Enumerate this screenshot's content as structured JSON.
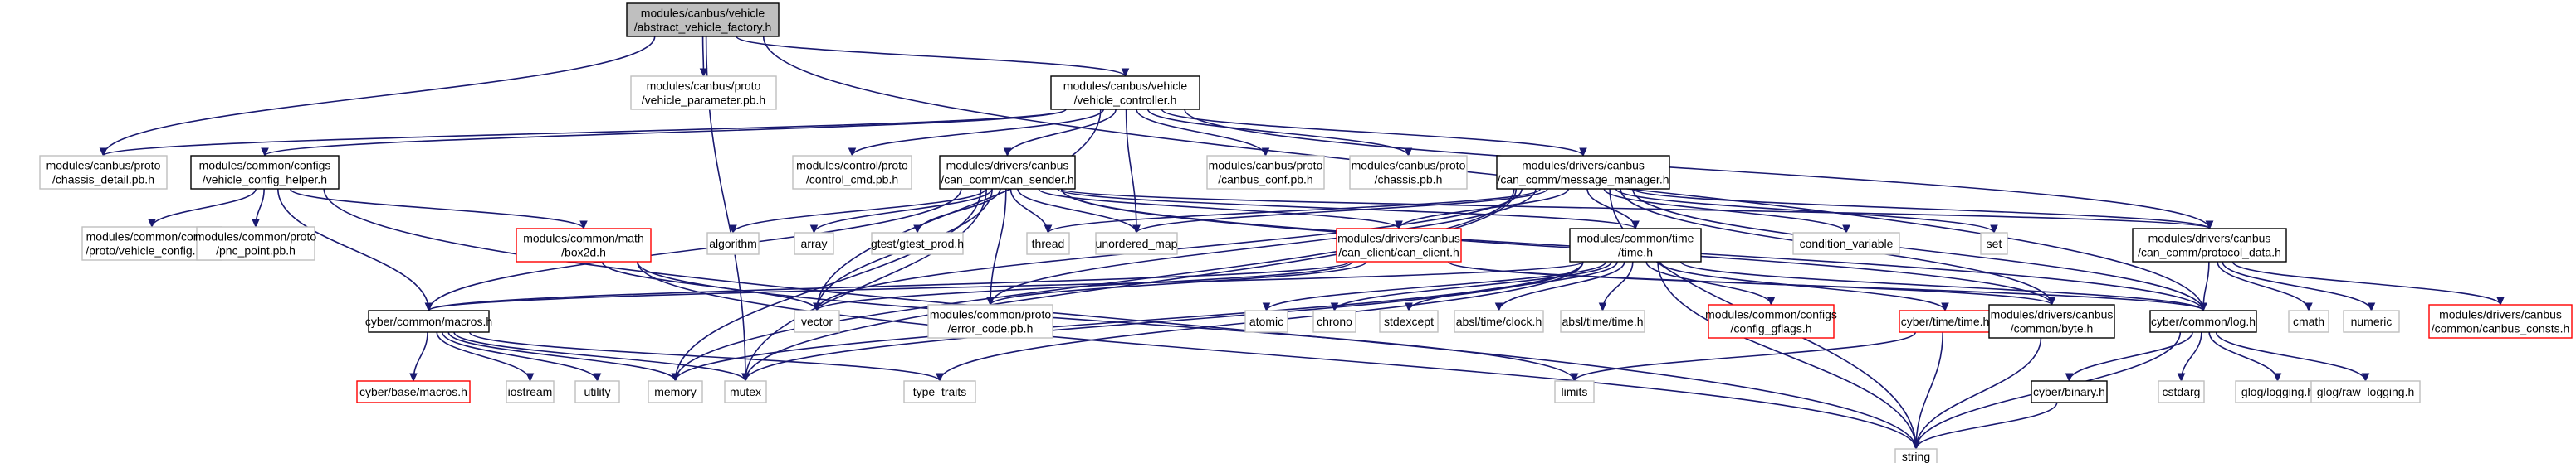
{
  "graph": {
    "nodes": [
      {
        "id": "avf",
        "lines": [
          "modules/canbus/vehicle",
          "/abstract_vehicle_factory.h"
        ],
        "style": "focus"
      },
      {
        "id": "vpp",
        "lines": [
          "modules/canbus/proto",
          "/vehicle_parameter.pb.h"
        ],
        "style": "missing"
      },
      {
        "id": "vc",
        "lines": [
          "modules/canbus/vehicle",
          "/vehicle_controller.h"
        ],
        "style": "normal"
      },
      {
        "id": "cdp",
        "lines": [
          "modules/canbus/proto",
          "/chassis_detail.pb.h"
        ],
        "style": "missing"
      },
      {
        "id": "vch",
        "lines": [
          "modules/common/configs",
          "/vehicle_config_helper.h"
        ],
        "style": "normal"
      },
      {
        "id": "ccp",
        "lines": [
          "modules/control/proto",
          "/control_cmd.pb.h"
        ],
        "style": "missing"
      },
      {
        "id": "cs",
        "lines": [
          "modules/drivers/canbus",
          "/can_comm/can_sender.h"
        ],
        "style": "normal"
      },
      {
        "id": "ccf",
        "lines": [
          "modules/canbus/proto",
          "/canbus_conf.pb.h"
        ],
        "style": "missing"
      },
      {
        "id": "chp",
        "lines": [
          "modules/canbus/proto",
          "/chassis.pb.h"
        ],
        "style": "missing"
      },
      {
        "id": "mm",
        "lines": [
          "modules/drivers/canbus",
          "/can_comm/message_manager.h"
        ],
        "style": "normal"
      },
      {
        "id": "vcfg",
        "lines": [
          "modules/common/configs",
          "/proto/vehicle_config.pb.h"
        ],
        "style": "missing"
      },
      {
        "id": "pnc",
        "lines": [
          "modules/common/proto",
          "/pnc_point.pb.h"
        ],
        "style": "missing"
      },
      {
        "id": "box",
        "lines": [
          "modules/common/math",
          "/box2d.h"
        ],
        "style": "red"
      },
      {
        "id": "alg",
        "lines": [
          "algorithm"
        ],
        "style": "missing"
      },
      {
        "id": "arr",
        "lines": [
          "array"
        ],
        "style": "missing"
      },
      {
        "id": "gtest",
        "lines": [
          "gtest/gtest_prod.h"
        ],
        "style": "missing"
      },
      {
        "id": "thr",
        "lines": [
          "thread"
        ],
        "style": "missing"
      },
      {
        "id": "um",
        "lines": [
          "unordered_map"
        ],
        "style": "missing"
      },
      {
        "id": "cc",
        "lines": [
          "modules/drivers/canbus",
          "/can_client/can_client.h"
        ],
        "style": "red"
      },
      {
        "id": "tm",
        "lines": [
          "modules/common/time",
          "/time.h"
        ],
        "style": "normal"
      },
      {
        "id": "cv",
        "lines": [
          "condition_variable"
        ],
        "style": "missing"
      },
      {
        "id": "set",
        "lines": [
          "set"
        ],
        "style": "missing"
      },
      {
        "id": "pd",
        "lines": [
          "modules/drivers/canbus",
          "/can_comm/protocol_data.h"
        ],
        "style": "normal"
      },
      {
        "id": "mac",
        "lines": [
          "cyber/common/macros.h"
        ],
        "style": "normal"
      },
      {
        "id": "vec",
        "lines": [
          "vector"
        ],
        "style": "missing"
      },
      {
        "id": "ecp",
        "lines": [
          "modules/common/proto",
          "/error_code.pb.h"
        ],
        "style": "missing"
      },
      {
        "id": "atom",
        "lines": [
          "atomic"
        ],
        "style": "missing"
      },
      {
        "id": "chr",
        "lines": [
          "chrono"
        ],
        "style": "missing"
      },
      {
        "id": "stdx",
        "lines": [
          "stdexcept"
        ],
        "style": "missing"
      },
      {
        "id": "abc",
        "lines": [
          "absl/time/clock.h"
        ],
        "style": "missing"
      },
      {
        "id": "abt",
        "lines": [
          "absl/time/time.h"
        ],
        "style": "missing"
      },
      {
        "id": "gfl",
        "lines": [
          "modules/common/configs",
          "/config_gflags.h"
        ],
        "style": "red"
      },
      {
        "id": "ctt",
        "lines": [
          "cyber/time/time.h"
        ],
        "style": "red"
      },
      {
        "id": "byte",
        "lines": [
          "modules/drivers/canbus",
          "/common/byte.h"
        ],
        "style": "normal"
      },
      {
        "id": "log",
        "lines": [
          "cyber/common/log.h"
        ],
        "style": "normal"
      },
      {
        "id": "cmath",
        "lines": [
          "cmath"
        ],
        "style": "missing"
      },
      {
        "id": "num",
        "lines": [
          "numeric"
        ],
        "style": "missing"
      },
      {
        "id": "cbc",
        "lines": [
          "modules/drivers/canbus",
          "/common/canbus_consts.h"
        ],
        "style": "red"
      },
      {
        "id": "bmac",
        "lines": [
          "cyber/base/macros.h"
        ],
        "style": "red"
      },
      {
        "id": "ios",
        "lines": [
          "iostream"
        ],
        "style": "missing"
      },
      {
        "id": "util",
        "lines": [
          "utility"
        ],
        "style": "missing"
      },
      {
        "id": "mem",
        "lines": [
          "memory"
        ],
        "style": "missing"
      },
      {
        "id": "mtx",
        "lines": [
          "mutex"
        ],
        "style": "missing"
      },
      {
        "id": "tt",
        "lines": [
          "type_traits"
        ],
        "style": "missing"
      },
      {
        "id": "lim",
        "lines": [
          "limits"
        ],
        "style": "missing"
      },
      {
        "id": "bin",
        "lines": [
          "cyber/binary.h"
        ],
        "style": "normal"
      },
      {
        "id": "cstd",
        "lines": [
          "cstdarg"
        ],
        "style": "missing"
      },
      {
        "id": "glog",
        "lines": [
          "glog/logging.h"
        ],
        "style": "missing"
      },
      {
        "id": "rawlog",
        "lines": [
          "glog/raw_logging.h"
        ],
        "style": "missing"
      },
      {
        "id": "str",
        "lines": [
          "string"
        ],
        "style": "missing"
      }
    ],
    "edges": [
      [
        "avf",
        "vpp"
      ],
      [
        "avf",
        "vc"
      ],
      [
        "avf",
        "cdp"
      ],
      [
        "avf",
        "mtx"
      ],
      [
        "avf",
        "log"
      ],
      [
        "vc",
        "cdp"
      ],
      [
        "vc",
        "vch"
      ],
      [
        "vc",
        "ccp"
      ],
      [
        "vc",
        "cs"
      ],
      [
        "vc",
        "ccf"
      ],
      [
        "vc",
        "chp"
      ],
      [
        "vc",
        "mm"
      ],
      [
        "vc",
        "um"
      ],
      [
        "vc",
        "vec"
      ],
      [
        "vc",
        "pd"
      ],
      [
        "vch",
        "vcfg"
      ],
      [
        "vch",
        "pnc"
      ],
      [
        "vch",
        "box"
      ],
      [
        "vch",
        "mac"
      ],
      [
        "vch",
        "str"
      ],
      [
        "cs",
        "alg"
      ],
      [
        "cs",
        "arr"
      ],
      [
        "cs",
        "gtest"
      ],
      [
        "cs",
        "thr"
      ],
      [
        "cs",
        "um"
      ],
      [
        "cs",
        "cc"
      ],
      [
        "cs",
        "tm"
      ],
      [
        "cs",
        "mac"
      ],
      [
        "cs",
        "vec"
      ],
      [
        "cs",
        "mem"
      ],
      [
        "cs",
        "mtx"
      ],
      [
        "cs",
        "ecp"
      ],
      [
        "cs",
        "log"
      ],
      [
        "cs",
        "byte"
      ],
      [
        "cs",
        "pd"
      ],
      [
        "mm",
        "thr"
      ],
      [
        "mm",
        "um"
      ],
      [
        "mm",
        "cv"
      ],
      [
        "mm",
        "set"
      ],
      [
        "mm",
        "pd"
      ],
      [
        "mm",
        "tm"
      ],
      [
        "mm",
        "cc"
      ],
      [
        "mm",
        "vec"
      ],
      [
        "mm",
        "mem"
      ],
      [
        "mm",
        "mtx"
      ],
      [
        "mm",
        "ecp"
      ],
      [
        "mm",
        "log"
      ],
      [
        "mm",
        "byte"
      ],
      [
        "mm",
        "str"
      ],
      [
        "box",
        "vec"
      ],
      [
        "box",
        "str"
      ],
      [
        "box",
        "lim"
      ],
      [
        "cc",
        "vec"
      ],
      [
        "cc",
        "ecp"
      ],
      [
        "cc",
        "log"
      ],
      [
        "cc",
        "byte"
      ],
      [
        "cc",
        "mac"
      ],
      [
        "tm",
        "atom"
      ],
      [
        "tm",
        "chr"
      ],
      [
        "tm",
        "stdx"
      ],
      [
        "tm",
        "abc"
      ],
      [
        "tm",
        "abt"
      ],
      [
        "tm",
        "gfl"
      ],
      [
        "tm",
        "ctt"
      ],
      [
        "tm",
        "mac"
      ],
      [
        "tm",
        "mem"
      ],
      [
        "tm",
        "tt"
      ],
      [
        "tm",
        "mtx"
      ],
      [
        "tm",
        "str"
      ],
      [
        "tm",
        "log"
      ],
      [
        "pd",
        "cmath"
      ],
      [
        "pd",
        "num"
      ],
      [
        "pd",
        "cbc"
      ],
      [
        "pd",
        "log"
      ],
      [
        "mac",
        "bmac"
      ],
      [
        "mac",
        "ios"
      ],
      [
        "mac",
        "util"
      ],
      [
        "mac",
        "mem"
      ],
      [
        "mac",
        "mtx"
      ],
      [
        "mac",
        "tt"
      ],
      [
        "ctt",
        "lim"
      ],
      [
        "ctt",
        "str"
      ],
      [
        "byte",
        "str"
      ],
      [
        "log",
        "bin"
      ],
      [
        "log",
        "cstd"
      ],
      [
        "log",
        "glog"
      ],
      [
        "log",
        "rawlog"
      ],
      [
        "log",
        "str"
      ],
      [
        "bin",
        "str"
      ]
    ]
  }
}
